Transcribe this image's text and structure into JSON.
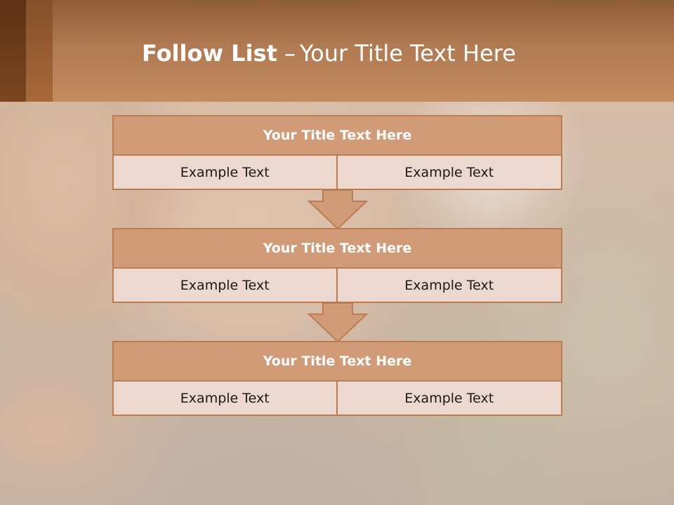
{
  "header": {
    "title_bold": "Follow List",
    "title_separator": "–",
    "title_rest": "Your Title Text Here"
  },
  "flow": {
    "steps": [
      {
        "title": "Your Title Text Here",
        "left": "Example Text",
        "right": "Example Text"
      },
      {
        "title": "Your Title Text Here",
        "left": "Example Text",
        "right": "Example Text"
      },
      {
        "title": "Your Title Text Here",
        "left": "Example Text",
        "right": "Example Text"
      }
    ]
  },
  "colors": {
    "header_top": "#8e5c36",
    "header_bottom": "#c48b60",
    "box_title_fill": "#d29b78",
    "box_border": "#bb7c51",
    "box_cell_fill": "#ecd8ce",
    "arrow_fill": "#d29b78"
  },
  "icons": {
    "connector": "down-arrow-icon"
  }
}
